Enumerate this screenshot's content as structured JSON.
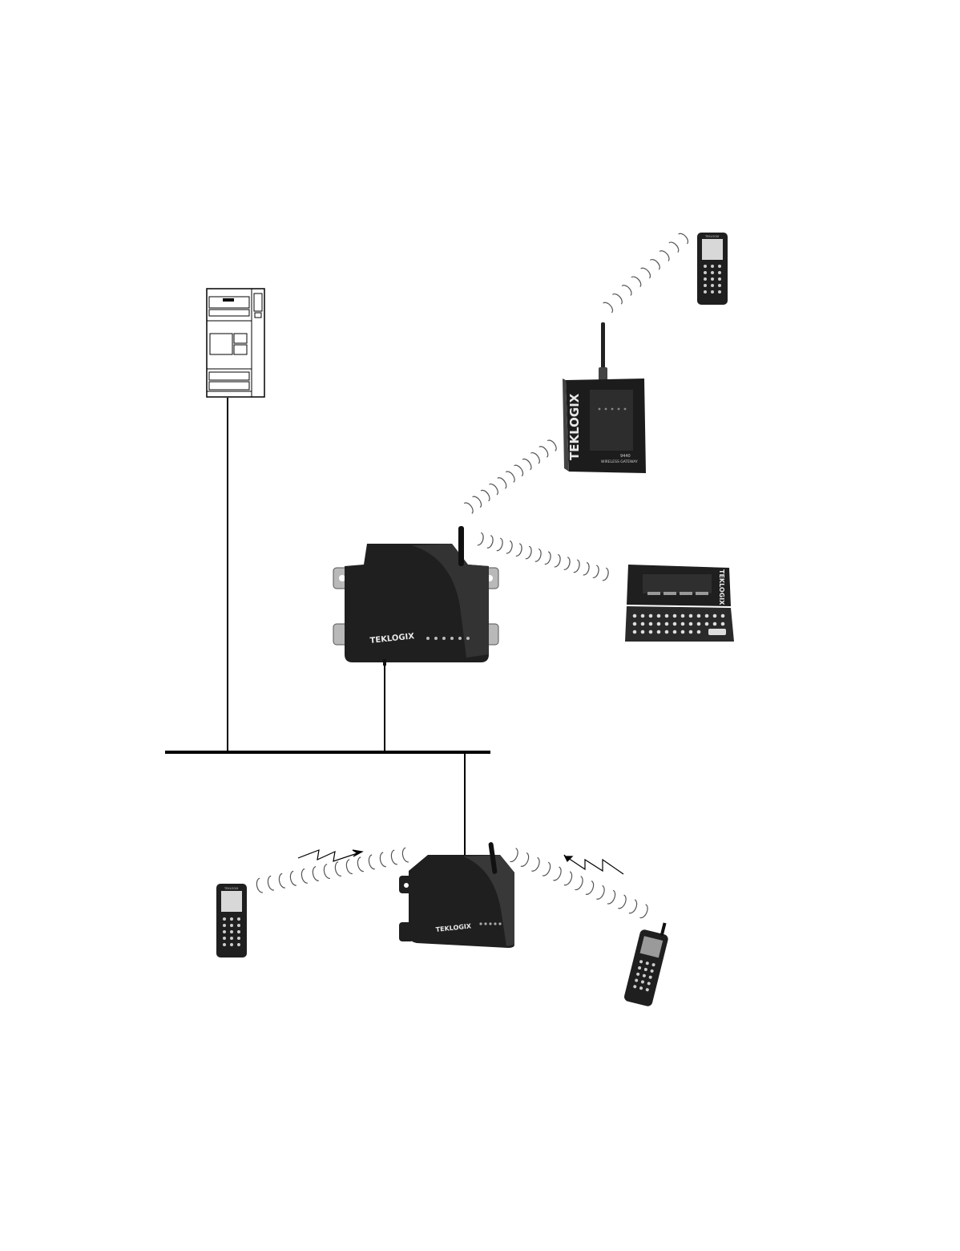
{
  "brand": {
    "logo_text": "TEKLOGIX",
    "gateway_caption_line1": "9440",
    "gateway_caption_line2": "WIRELESS GATEWAY",
    "handheld_logo": "TEKLOGIX"
  },
  "colors": {
    "background": "#ffffff",
    "line": "#000000",
    "device_body": "#1f1f1f",
    "device_highlight": "#3a3a3a",
    "wave": "#555555"
  },
  "icons": {
    "server": "server-tower-icon",
    "access_point": "access-point-icon",
    "gateway": "wireless-gateway-icon",
    "handheld": "handheld-terminal-icon",
    "vehicle_terminal": "vehicle-mount-terminal-icon",
    "lightning": "lightning-bolt-icon"
  }
}
